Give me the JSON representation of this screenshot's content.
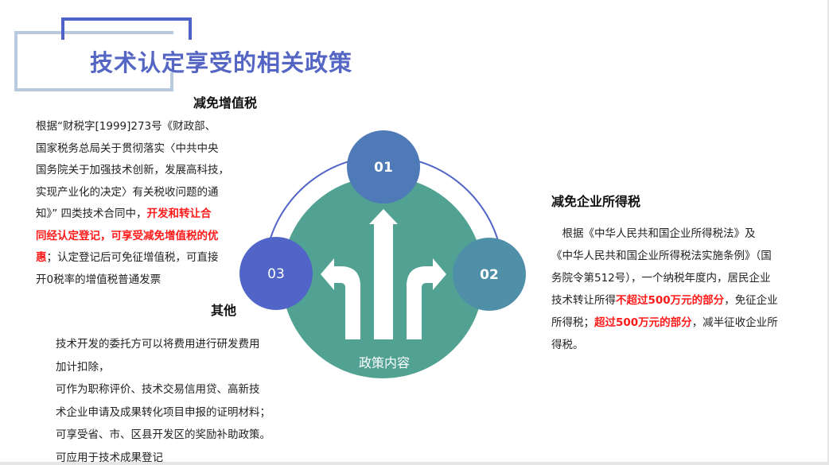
{
  "slide": {
    "title": "技术认定享受的相关政策",
    "colors": {
      "title": "#5465c4",
      "deco_front": "#4e63c7",
      "deco_back": "#b8c9e0",
      "center_circle": "#52a293",
      "circle_01": "#4e7bb8",
      "circle_02": "#4f8fa8",
      "circle_03": "#5165c8",
      "arc": "#5165c8",
      "highlight": "#ff1a1a"
    }
  },
  "diagram": {
    "center_label": "政策内容",
    "nodes": [
      {
        "id": "01",
        "label": "01"
      },
      {
        "id": "02",
        "label": "02"
      },
      {
        "id": "03",
        "label": "03"
      }
    ]
  },
  "sections": {
    "vat": {
      "heading": "减免增值税",
      "lines": [
        [
          {
            "t": "根据“财税字[1999]273号《财政部、",
            "hl": false
          }
        ],
        [
          {
            "t": "国家税务总局关于贯彻落实〈中共中央",
            "hl": false
          }
        ],
        [
          {
            "t": "国务院关于加强技术创新，发展高科技，",
            "hl": false
          }
        ],
        [
          {
            "t": "实现产业化的决定〉有关税收问题的通",
            "hl": false
          }
        ],
        [
          {
            "t": "知》” 四类技术合同中，",
            "hl": false
          },
          {
            "t": "开发和转让合",
            "hl": true
          }
        ],
        [
          {
            "t": "同经认定登记，可享受减免增值税的优",
            "hl": true
          }
        ],
        [
          {
            "t": "惠",
            "hl": true
          },
          {
            "t": "；认定登记后可免征增值税，可直接",
            "hl": false
          }
        ],
        [
          {
            "t": "开0税率的增值税普通发票",
            "hl": false
          }
        ]
      ]
    },
    "income_tax": {
      "heading": "减免企业所得税",
      "lines": [
        [
          {
            "t": "　根据《中华人民共和国企业所得税法》及",
            "hl": false
          }
        ],
        [
          {
            "t": "《中华人民共和国企业所得税法实施条例》（国",
            "hl": false
          }
        ],
        [
          {
            "t": "务院令第512号），一个纳税年度内，居民企业",
            "hl": false
          }
        ],
        [
          {
            "t": "技术转让所得",
            "hl": false
          },
          {
            "t": "不超过500万元的部分",
            "hl": true
          },
          {
            "t": "，免征企业",
            "hl": false
          }
        ],
        [
          {
            "t": "所得税；",
            "hl": false
          },
          {
            "t": "超过500万元的部分",
            "hl": true
          },
          {
            "t": "，减半征收企业所",
            "hl": false
          }
        ],
        [
          {
            "t": "得税。",
            "hl": false
          }
        ]
      ]
    },
    "other": {
      "heading": "其他",
      "lines": [
        [
          {
            "t": "技术开发的委托方可以将费用进行研发费用",
            "hl": false
          }
        ],
        [
          {
            "t": "加计扣除，",
            "hl": false
          }
        ],
        [
          {
            "t": "可作为职称评价、技术交易信用贷、高新技",
            "hl": false
          }
        ],
        [
          {
            "t": "术企业申请及成果转化项目申报的证明材料；",
            "hl": false
          }
        ],
        [
          {
            "t": "可享受省、市、区县开发区的奖励补助政策。",
            "hl": false
          }
        ],
        [
          {
            "t": "可应用于技术成果登记",
            "hl": false
          }
        ]
      ]
    }
  }
}
